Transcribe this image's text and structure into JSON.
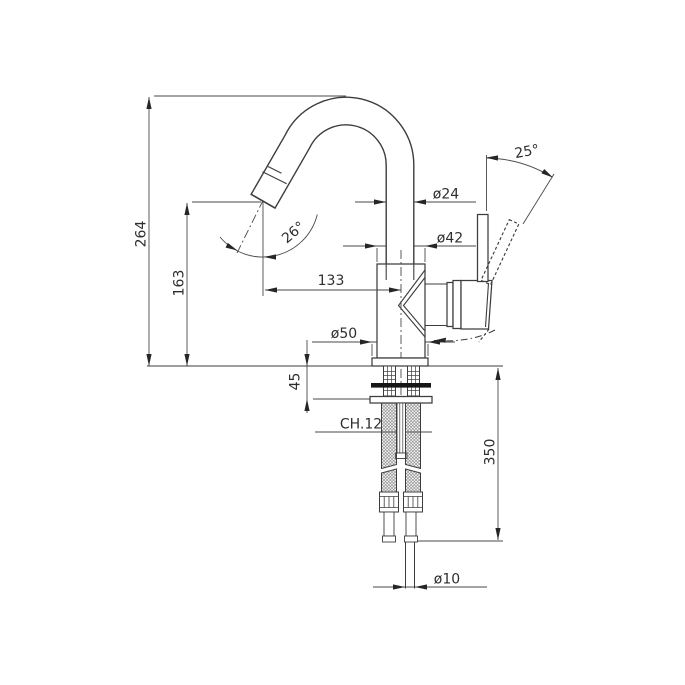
{
  "drawing": {
    "overall_height": "264",
    "outlet_height": "163",
    "spout_reach": "133",
    "spout_tube_diameter": "ø24",
    "body_diameter": "ø42",
    "base_diameter": "ø50",
    "lever_tilt_angle": "25°",
    "outlet_tilt_angle": "26°",
    "deck_clamp_height": "45",
    "hose_length": "350",
    "inlet_pipe_diameter": "ø10",
    "nut_wrench_size": "CH.12"
  },
  "colors": {
    "background": "#ffffff",
    "line": "#3d3d3d",
    "dimension_line": "#4a4a4a",
    "heavy_fill": "#161616",
    "text": "#2e2e2e"
  }
}
